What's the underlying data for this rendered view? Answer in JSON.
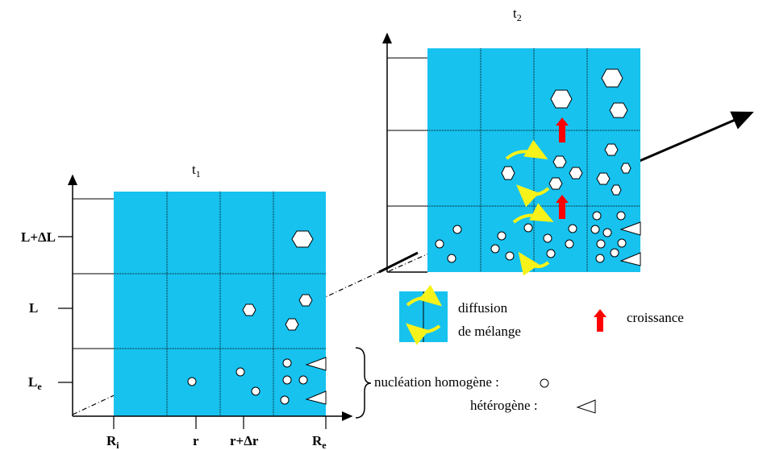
{
  "diagram": {
    "panel_t1": {
      "title": "t",
      "title_sub": "1"
    },
    "panel_t2": {
      "title": "t",
      "title_sub": "2"
    },
    "y_axis_labels": {
      "l_delta": "L+ΔL",
      "l": "L",
      "le": "L",
      "le_sub": "e"
    },
    "x_axis_labels": {
      "ri": "R",
      "ri_sub": "i",
      "r": "r",
      "r_dr": "r+Δr",
      "re": "R",
      "re_sub": "e"
    },
    "legend": {
      "diffusion_line1": "diffusion",
      "diffusion_line2": "de mélange",
      "growth": "croissance",
      "nucleation_homo": "nucléation homogène  :",
      "nucleation_hetero": "hétérogène  :"
    },
    "colors": {
      "panel_fill": "#17c2ef",
      "grid_line": "#0a0a0a",
      "diffusion_arrow": "#f6f21a",
      "growth_arrow": "#ff0000",
      "axis": "#000000"
    }
  }
}
